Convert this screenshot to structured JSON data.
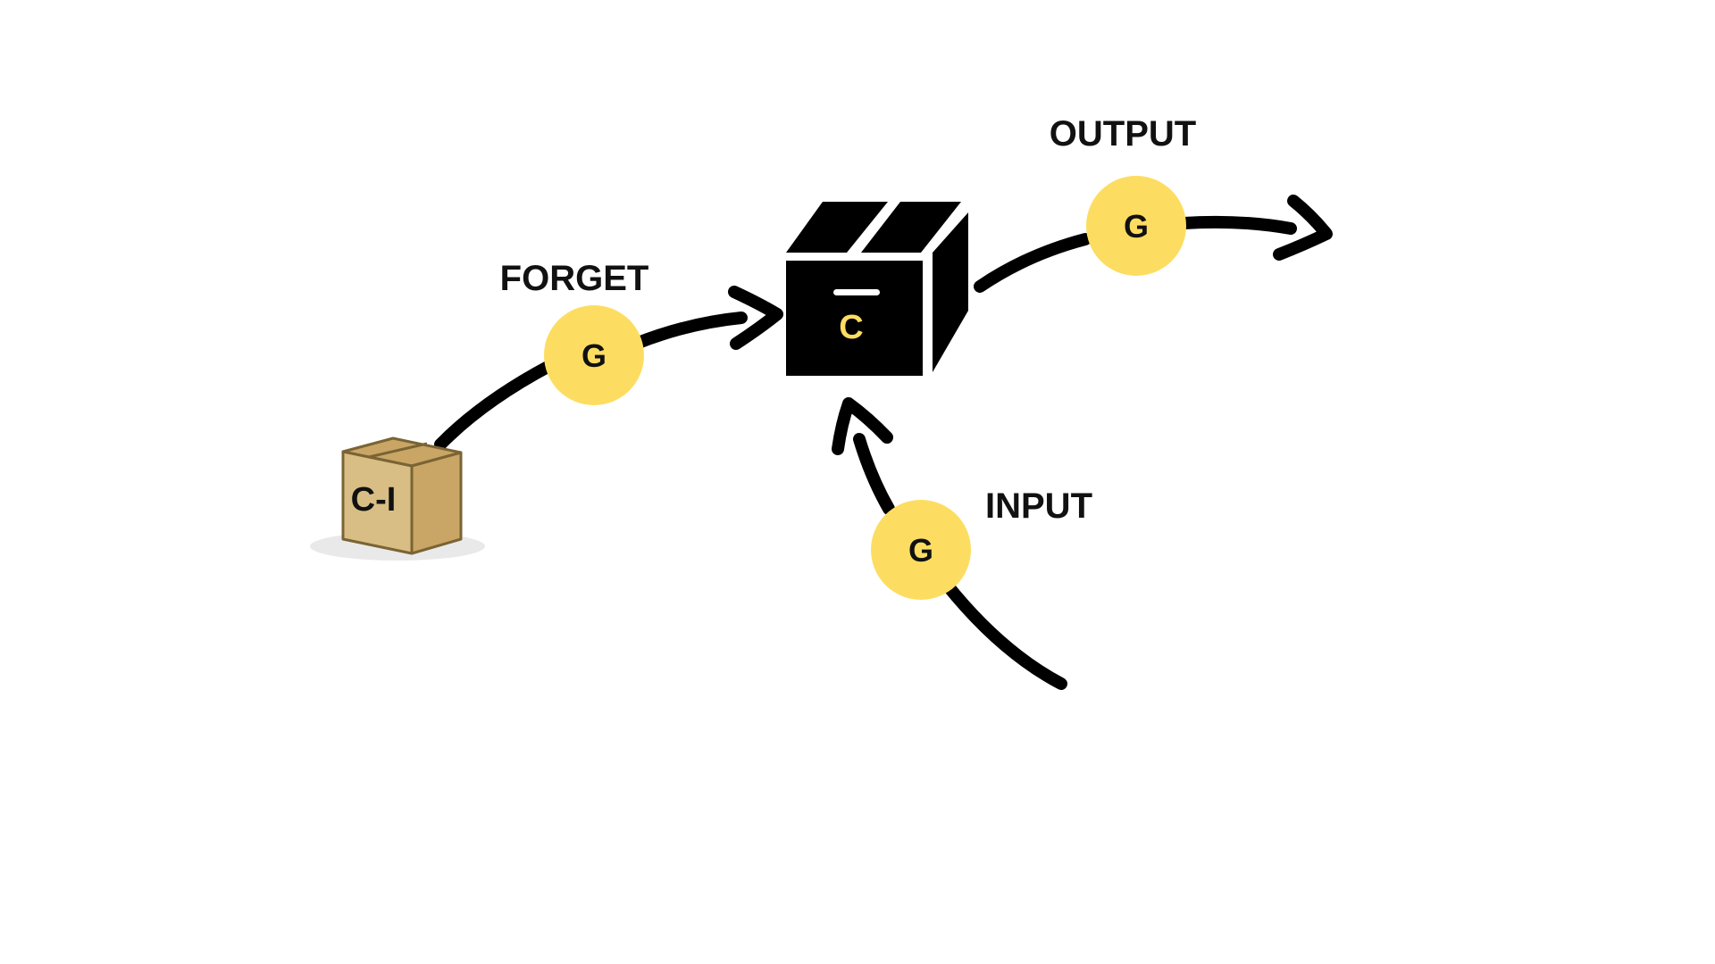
{
  "colors": {
    "gate_fill": "#FDDD61",
    "cell_fill": "#000000",
    "cell_letter": "#FDDD61",
    "prev_box_light": "#D8BE85",
    "prev_box_mid": "#C9A665",
    "prev_box_edge": "#7A6434",
    "arrow": "#000000"
  },
  "cell": {
    "label": "C"
  },
  "previous_cell": {
    "label": "C-I"
  },
  "gates": {
    "forget": {
      "title": "FORGET",
      "letter": "G"
    },
    "input": {
      "title": "INPUT",
      "letter": "G"
    },
    "output": {
      "title": "OUTPUT",
      "letter": "G"
    }
  }
}
